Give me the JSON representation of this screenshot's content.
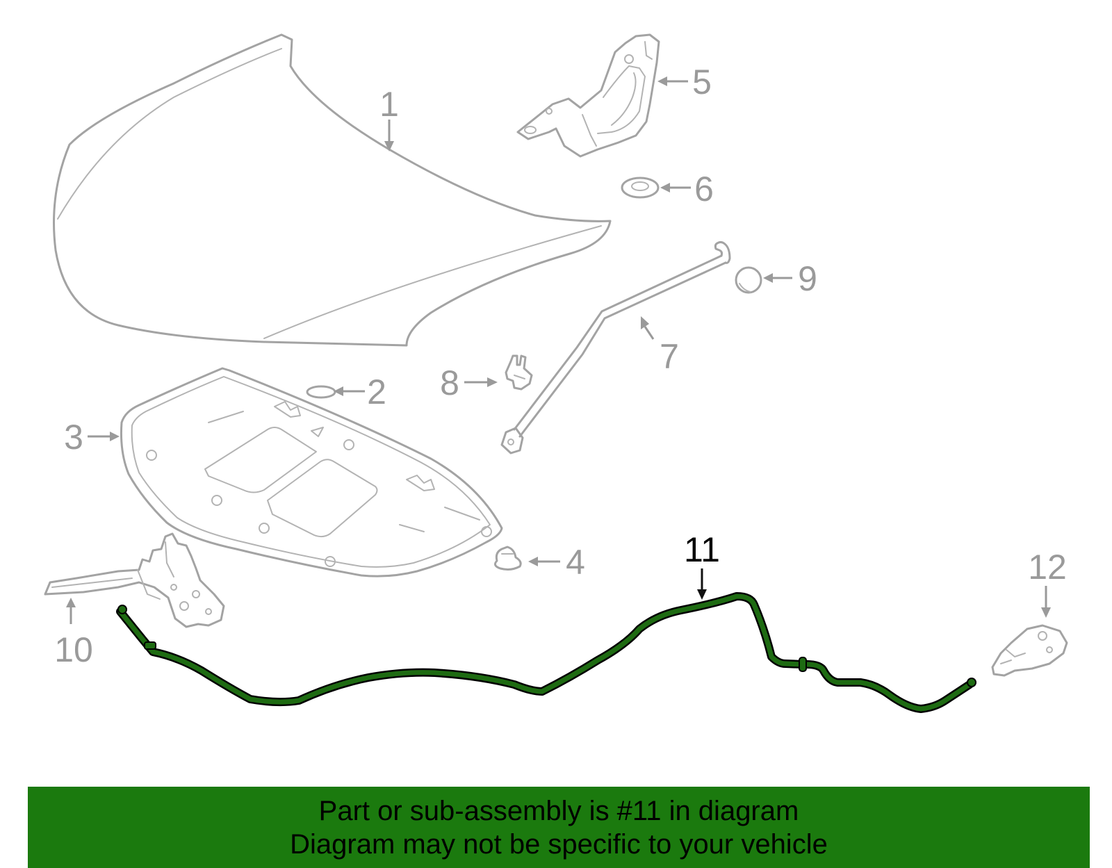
{
  "colors": {
    "part_stroke": "#a3a3a3",
    "highlight_part": "#1e6b12",
    "highlight_outline": "#000000",
    "banner_background": "#1b7a0e",
    "banner_text": "#000000"
  },
  "callouts": {
    "c1": "1",
    "c2": "2",
    "c3": "3",
    "c4": "4",
    "c5": "5",
    "c6": "6",
    "c7": "7",
    "c8": "8",
    "c9": "9",
    "c10": "10",
    "c11": "11",
    "c12": "12"
  },
  "highlighted_callout": "11",
  "banner": {
    "line1": "Part or sub-assembly is #11 in diagram",
    "line2": "Diagram may not be specific to your vehicle"
  }
}
